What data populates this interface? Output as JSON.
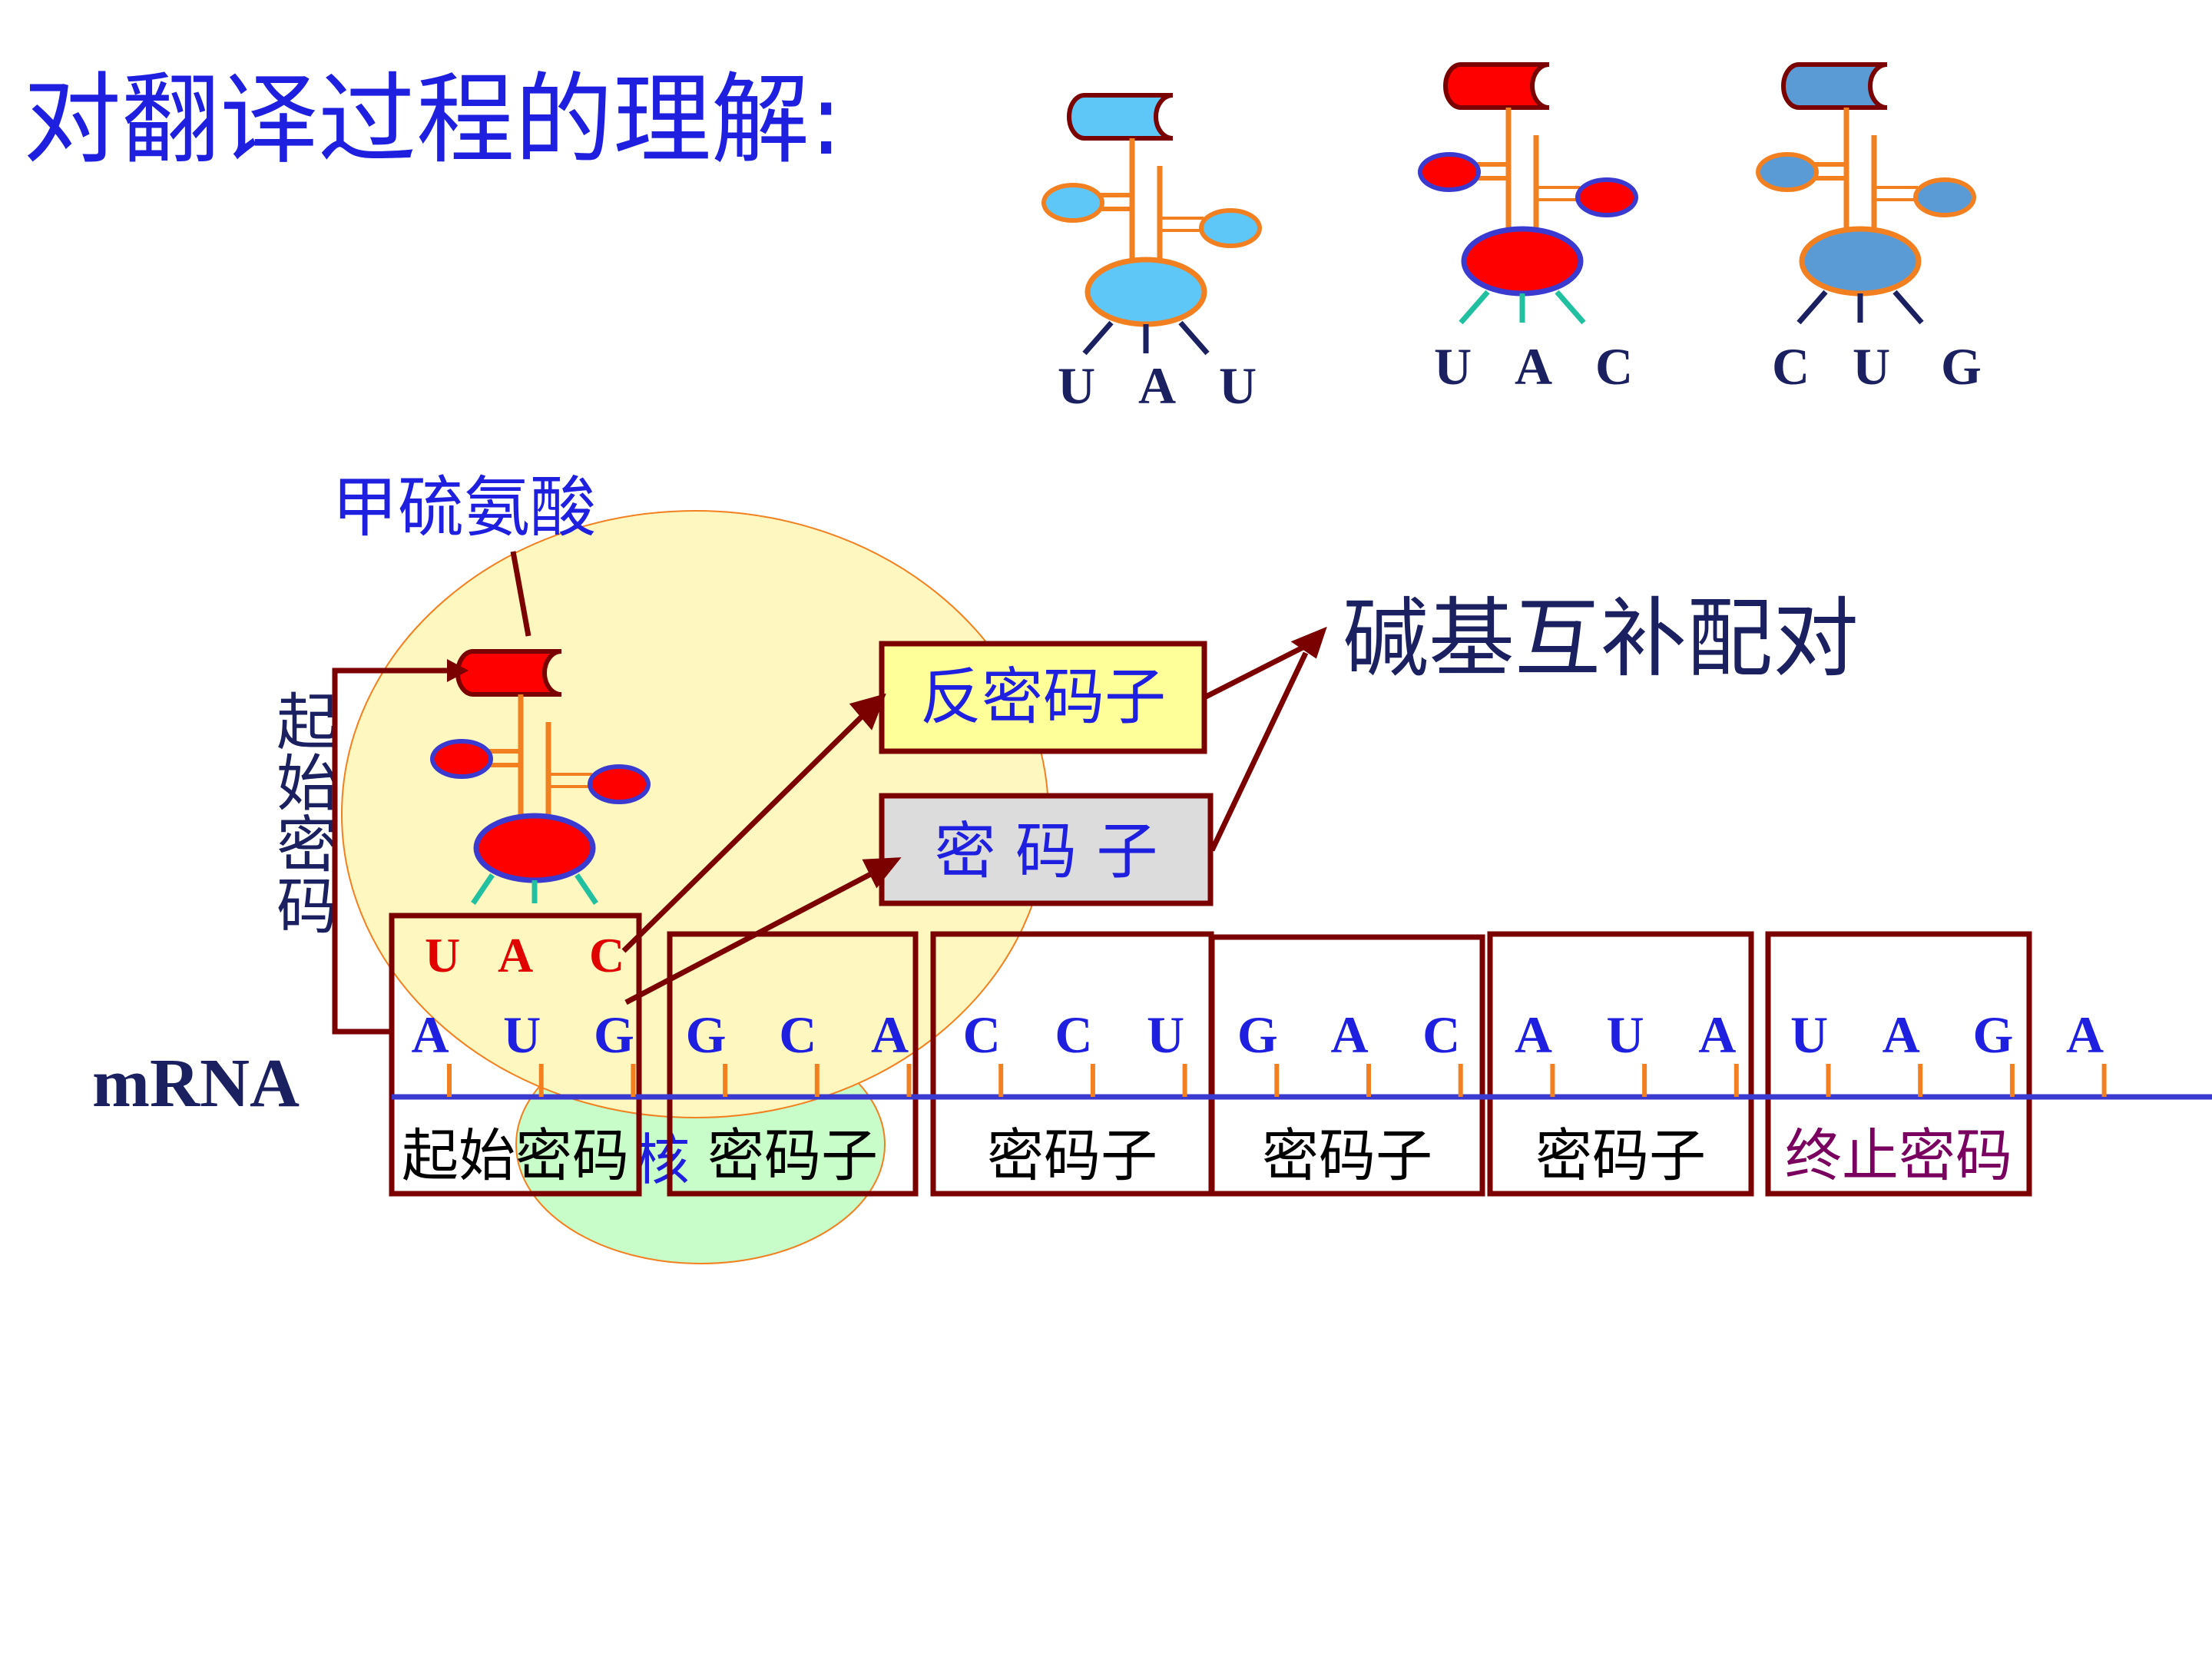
{
  "title": "对翻译过程的理解:",
  "trnas": [
    {
      "anticodon": [
        "U",
        "A",
        "U"
      ],
      "color": "#5fc6f8"
    },
    {
      "anticodon": [
        "U",
        "A",
        "C"
      ],
      "color": "#ff0000"
    },
    {
      "anticodon": [
        "C",
        "U",
        "G"
      ],
      "color": "#5b9bd5"
    }
  ],
  "labels": {
    "amino_acid": "甲硫氨酸",
    "start_codon_vertical": "起始密码",
    "anticodon_box": "反密码子",
    "codon_box": "密 码 子",
    "base_pairing": "碱基互补配对",
    "mrna": "mRNA",
    "occluded_char": "核"
  },
  "ribosome_trna": {
    "anticodon": [
      "U",
      "A",
      "C"
    ],
    "color": "#ff0000"
  },
  "mrna_bases": [
    "A",
    "U",
    "G",
    "G",
    "C",
    "A",
    "C",
    "C",
    "U",
    "G",
    "A",
    "C",
    "A",
    "U",
    "A",
    "U",
    "A",
    "G",
    "A"
  ],
  "codons": [
    {
      "label": "起始密码",
      "color": "#000000"
    },
    {
      "label": "密码子",
      "color": "#000000"
    },
    {
      "label": "密码子",
      "color": "#000000"
    },
    {
      "label": "密码子",
      "color": "#000000"
    },
    {
      "label": "密码子",
      "color": "#000000"
    },
    {
      "label": "终止密码",
      "color": "#7a0060"
    }
  ],
  "colors": {
    "title_blue": "#1f1fe0",
    "dark_red": "#7b0000",
    "orange": "#f28020",
    "navy": "#1a2060",
    "teal": "#20c0a0",
    "mrna_blue": "#3a3ad0",
    "ribosome_large": "#fef8c0",
    "ribosome_small": "#c8fcc8"
  }
}
